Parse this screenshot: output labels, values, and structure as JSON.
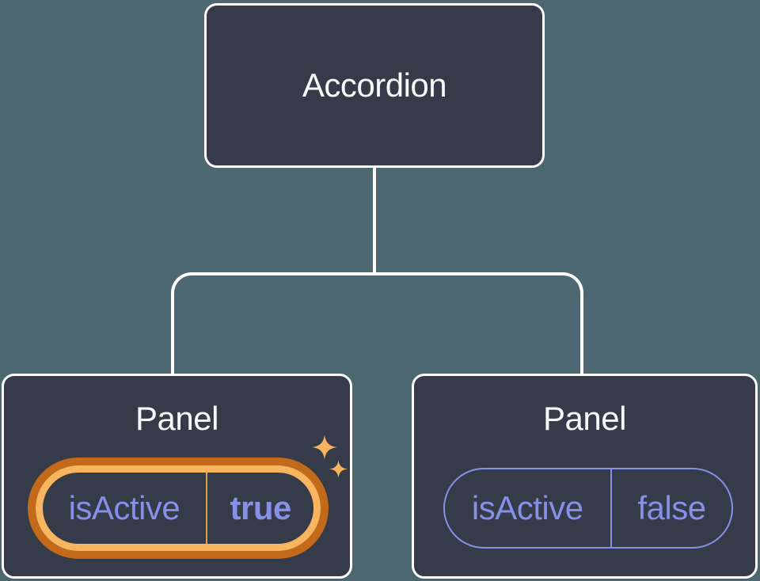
{
  "diagram": {
    "description": "Component tree diagram: Accordion parent passing isActive prop to two Panel children",
    "root": {
      "label": "Accordion"
    },
    "children": [
      {
        "label": "Panel",
        "prop": {
          "name": "isActive",
          "value": "true"
        },
        "highlighted": true,
        "icons": [
          "sparkle-icon-large",
          "sparkle-icon-small"
        ]
      },
      {
        "label": "Panel",
        "prop": {
          "name": "isActive",
          "value": "false"
        },
        "highlighted": false
      }
    ],
    "colors": {
      "background": "#4D6770",
      "node_fill": "#353B48",
      "node_border": "#FFFFFF",
      "prop_text_purple": "#8790E8",
      "highlight_ring_outer": "#C2691A",
      "highlight_ring_inner": "#F7B55F",
      "highlight_divider": "#DC9F4D",
      "sparkle": "#F6B45C",
      "label_text": "#F7F8FA"
    }
  }
}
